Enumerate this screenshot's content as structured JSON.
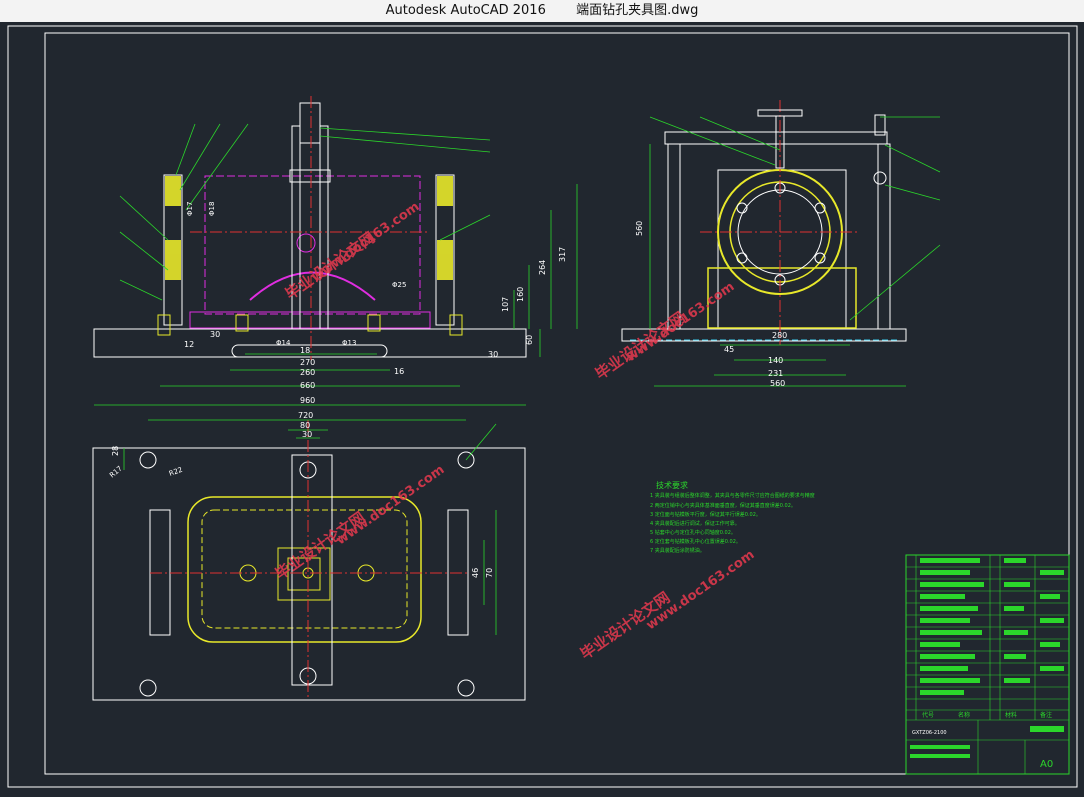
{
  "window": {
    "app_title": "Autodesk AutoCAD 2016",
    "file_name": "端面钻孔夹具图.dwg"
  },
  "colors": {
    "background": "#21272f",
    "line": "#ffffff",
    "dimension": "#2bd62b",
    "magenta": "#e02de0",
    "yellow": "#e8e82a",
    "red": "#e03232",
    "cyan": "#3cc8e8",
    "watermark": "#e8394f"
  },
  "front_view": {
    "dims": [
      "317",
      "264",
      "160",
      "107",
      "30",
      "60",
      "16",
      "12",
      "30",
      "14",
      "18",
      "270",
      "260",
      "660",
      "960"
    ],
    "diameters": [
      "Φ17",
      "Φ18",
      "Φ14",
      "Φ13",
      "Φ25"
    ]
  },
  "side_view": {
    "dims": [
      "560",
      "280",
      "45",
      "140",
      "231",
      "560"
    ]
  },
  "top_view": {
    "dims": [
      "720",
      "80",
      "30",
      "28",
      "R17",
      "R22",
      "46",
      "70"
    ]
  },
  "tech_notes": {
    "title": "技术要求",
    "items": [
      "1 夹具装与组装后整体调整，其夹具与各零件尺寸应符合图纸的要求与精度",
      "2 两定位销中心与夹具体基准面垂直度，保证其垂直度误差0.02。",
      "3 定位面与钻模板平行度，保证其平行误差0.02。",
      "4 夹具装配后进行调试，保证工作可靠。",
      "5 钻套中心与定位孔中心同轴度0.02。",
      "6 定位套与钻模板孔中心位置误差0.02。",
      "7 夹具装配后涂防锈油。"
    ]
  },
  "title_block": {
    "headers": [
      "代号",
      "名称",
      "材料",
      "备注"
    ],
    "drawing_no": "GXTZ06-2100",
    "scale": "A0"
  },
  "watermarks": [
    "毕业设计论文网",
    "www.doc163.com"
  ]
}
